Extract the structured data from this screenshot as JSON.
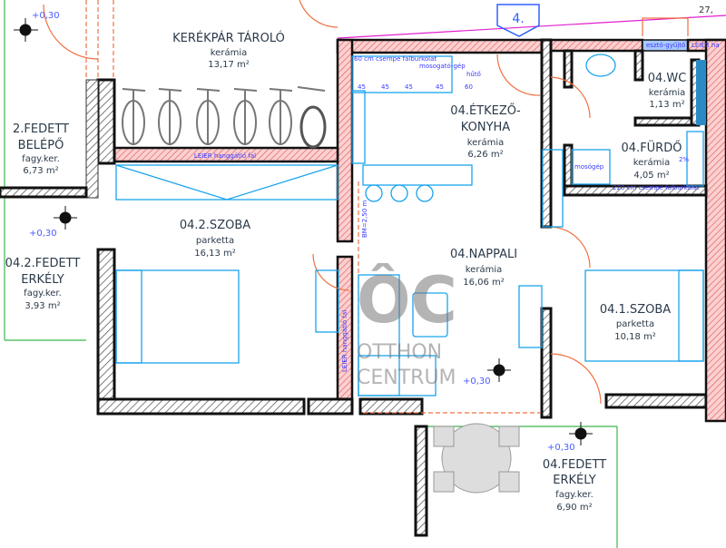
{
  "plan": {
    "marker_label": "4.",
    "corner_text": "27,",
    "rooms": {
      "kerekpar": {
        "name": "KERÉKPÁR TÁROLÓ",
        "floor": "kerámia",
        "area": "13,17 m²"
      },
      "fedett_belepo": {
        "name1": "2.FEDETT",
        "name2": "BELÉPŐ",
        "floor": "fagy.ker.",
        "area": "6,73 m²"
      },
      "erkely_042": {
        "name1": "04.2.FEDETT",
        "name2": "ERKÉLY",
        "floor": "fagy.ker.",
        "area": "3,93 m²"
      },
      "szoba_042": {
        "name": "04.2.SZOBA",
        "floor": "parketta",
        "area": "16,13 m²"
      },
      "etkezo": {
        "name1": "04.ÉTKEZŐ-",
        "name2": "KONYHA",
        "floor": "kerámia",
        "area": "6,26 m²"
      },
      "nappali": {
        "name": "04.NAPPALI",
        "floor": "kerámia",
        "area": "16,06 m²"
      },
      "wc": {
        "name": "04.WC",
        "floor": "kerámia",
        "area": "1,13 m²"
      },
      "furdo": {
        "name": "04.FÜRDŐ",
        "floor": "kerámia",
        "area": "4,05 m²"
      },
      "szoba_041": {
        "name": "04.1.SZOBA",
        "floor": "parketta",
        "area": "10,18 m²"
      },
      "erkely_04": {
        "name1": "04.FEDETT",
        "name2": "ERKÉLY",
        "floor": "fagy.ker.",
        "area": "6,90 m²"
      }
    },
    "levels": [
      "+0,30",
      "+0,30",
      "+0,30",
      "+0,30"
    ],
    "notes": {
      "leier_wall": "LEIER hanggátló fal",
      "leier_wall_vertical": "LEIER hanggátló fal",
      "leier_wall_top": "LEIER ha",
      "ceiling_height": "BM=2,50 m",
      "tile_60": "60 cm csempe falburkolat",
      "tile_220": "220 cm csempe falburkolat",
      "dishwasher": "mosogató-gép",
      "fridge": "hűtő",
      "washer": "mosógép",
      "collector": "esztó-gyűjtő",
      "slope": "2%",
      "dims": [
        "45",
        "45",
        "45",
        "45",
        "60"
      ]
    },
    "watermark": {
      "logo": "ÔC",
      "line1": "OTTHON",
      "line2": "CENTRUM"
    }
  }
}
